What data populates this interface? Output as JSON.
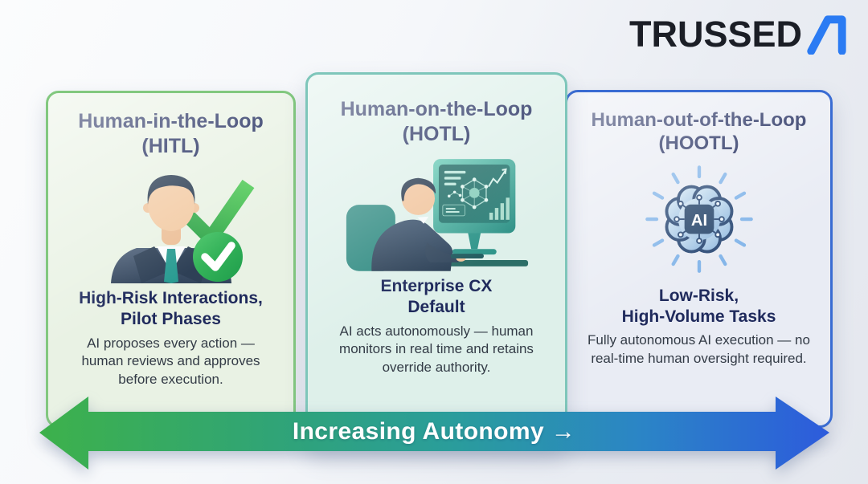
{
  "brand": {
    "name": "TRUSSED",
    "logo_mark": "stylized-ai-monogram",
    "logo_color": "#2b7bf3",
    "name_color": "#1b1e26"
  },
  "cards": [
    {
      "id": "hitl",
      "title_line1": "Human-in-the-Loop",
      "title_line2": "(HITL)",
      "subtitle_line1": "High-Risk Interactions,",
      "subtitle_line2": "Pilot Phases",
      "body": "AI proposes every action — human reviews and approves before execution.",
      "illustration": "businessman-with-approval-checkmarks",
      "border_color": "#82c87f",
      "background_color": "#e9f2e4"
    },
    {
      "id": "hotl",
      "title_line1": "Human-on-the-Loop",
      "title_line2": "(HOTL)",
      "subtitle_line1": "Enterprise CX",
      "subtitle_line2": "Default",
      "body": "AI acts autonomously — human monitors in real time and retains override authority.",
      "illustration": "analyst-monitoring-dashboard",
      "border_color": "#7ec6ba",
      "background_color": "#def0ea"
    },
    {
      "id": "hootl",
      "title_line1": "Human-out-of-the-Loop",
      "title_line2": "(HOOTL)",
      "subtitle_line1": "Low-Risk,",
      "subtitle_line2": "High-Volume Tasks",
      "body": "Fully autonomous AI execution — no real-time human oversight required.",
      "illustration": "ai-circuit-brain",
      "border_color": "#3a6cd3",
      "background_color": "#e9ecf4"
    }
  ],
  "ai_chip_label": "AI",
  "arrow": {
    "label": "Increasing Autonomy →",
    "gradient": [
      "#3db14b",
      "#2fa37a",
      "#2a9d9b",
      "#2b85c6",
      "#2d5bdc"
    ]
  }
}
